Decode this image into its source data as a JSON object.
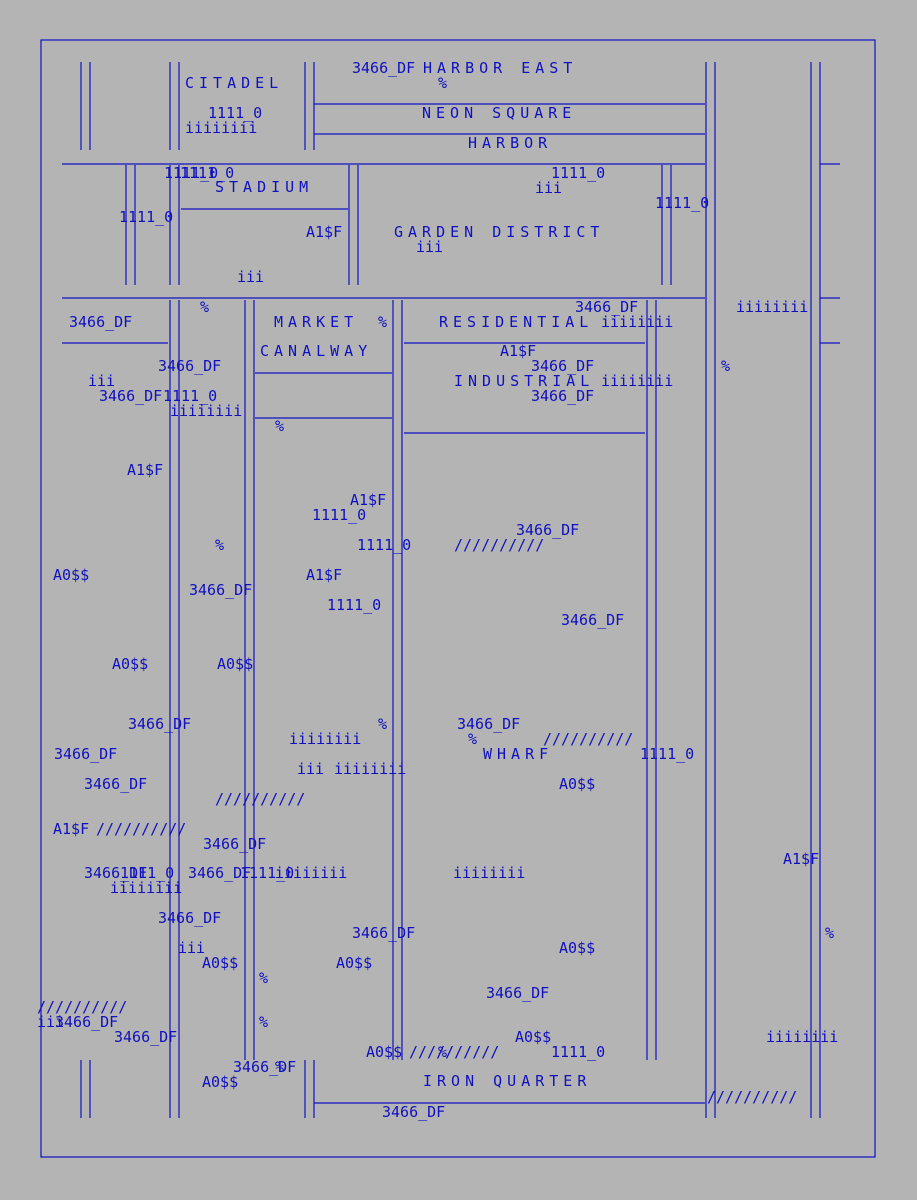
{
  "map": {
    "ink_color": "#1010c0",
    "background_color": "#b4b4b4",
    "districts": [
      {
        "name": "CITADEL"
      },
      {
        "name": "HARBOR EAST"
      },
      {
        "name": "NEON SQUARE"
      },
      {
        "name": "HARBOR"
      },
      {
        "name": "STADIUM"
      },
      {
        "name": "GARDEN DISTRICT"
      },
      {
        "name": "MARKET"
      },
      {
        "name": "RESIDENTIAL"
      },
      {
        "name": "CANALWAY"
      },
      {
        "name": "INDUSTRIAL"
      },
      {
        "name": "WHARF"
      },
      {
        "name": "IRON QUARTER"
      }
    ],
    "glyphs": [
      "3466_DF",
      "%",
      "1111_0",
      "iiiiiiii",
      "1111_0",
      "1111_0",
      "iii",
      "1111_0",
      "1111_0",
      "A1$F",
      "iii",
      "iii",
      "%",
      "3466_DF",
      "iiiiiiii",
      "3466_DF",
      "%",
      "iiiiiiii",
      "A1$F",
      "3466_DF",
      "3466_DF",
      "%",
      "iii",
      "3466_DF",
      "1111_0",
      "iiiiiiii",
      "iiiiiiii",
      "3466_DF",
      "%",
      "A1$F",
      "A1$F",
      "1111_0",
      "3466_DF",
      "%",
      "1111_0",
      "//////////",
      "A0$$",
      "3466_DF",
      "A1$F",
      "1111_0",
      "3466_DF",
      "A0$$",
      "A0$$",
      "3466_DF",
      "%",
      "3466_DF",
      "iiiiiiii",
      "%",
      "//////////",
      "3466_DF",
      "WHARF",
      "1111_0",
      "iii",
      "iiiiiiii",
      "3466_DF",
      "A0$$",
      "//////////",
      "A1$F",
      "//////////",
      "3466_DF",
      "A1$F",
      "3466_DF",
      "1111_0",
      "3466_DF",
      "1111_0",
      "iiiiiiii",
      "iiiiiiii",
      "iiiiiiii",
      "3466_DF",
      "%",
      "3466_DF",
      "iii",
      "A0$$",
      "A0$$",
      "A0$$",
      "%",
      "3466_DF",
      "//////////",
      "iii",
      "3466_DF",
      "%",
      "3466_DF",
      "A0$$",
      "iiiiiiii",
      "A0$$",
      "//////////",
      "%",
      "1111_0",
      "3466_DF",
      "%",
      "A0$$",
      "3466_DF",
      "//////////"
    ]
  }
}
